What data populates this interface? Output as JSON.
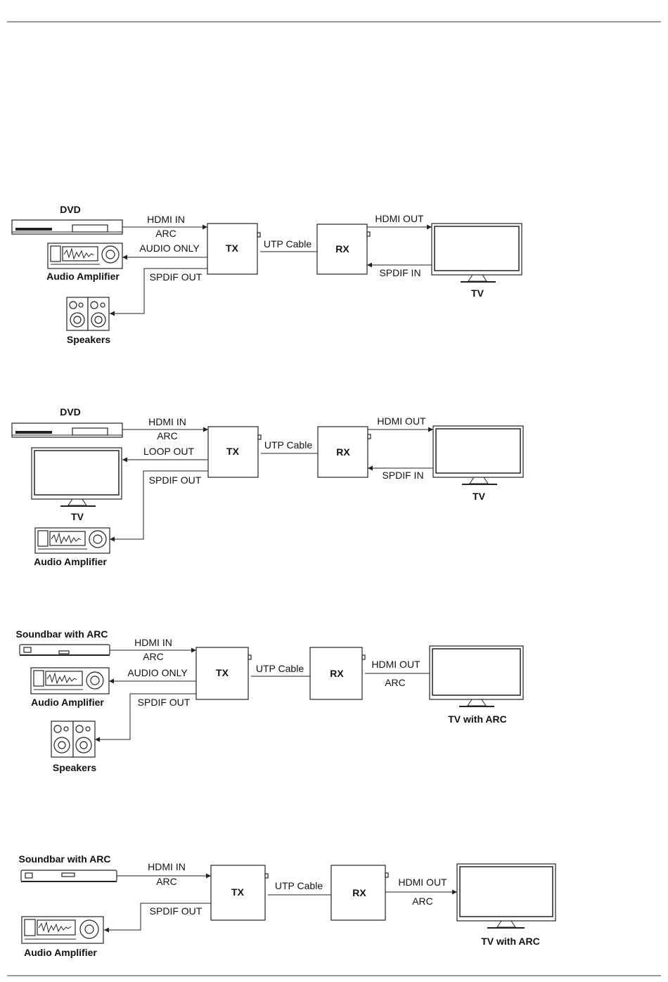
{
  "diagram1": {
    "dvd_label": "DVD",
    "amp_label": "Audio Amplifier",
    "speakers_label": "Speakers",
    "tx_label": "TX",
    "rx_label": "RX",
    "tv_label": "TV",
    "hdmi_in": "HDMI IN",
    "arc": "ARC",
    "audio_only": "AUDIO ONLY",
    "spdif_out": "SPDIF OUT",
    "utp_cable": "UTP Cable",
    "hdmi_out": "HDMI OUT",
    "spdif_in": "SPDIF IN"
  },
  "diagram2": {
    "dvd_label": "DVD",
    "tv_left_label": "TV",
    "amp_label": "Audio Amplifier",
    "tx_label": "TX",
    "rx_label": "RX",
    "tv_label": "TV",
    "hdmi_in": "HDMI IN",
    "arc": "ARC",
    "loop_out": "LOOP OUT",
    "spdif_out": "SPDIF OUT",
    "utp_cable": "UTP Cable",
    "hdmi_out": "HDMI OUT",
    "spdif_in": "SPDIF IN"
  },
  "diagram3": {
    "soundbar_label": "Soundbar with ARC",
    "amp_label": "Audio Amplifier",
    "speakers_label": "Speakers",
    "tx_label": "TX",
    "rx_label": "RX",
    "tv_label": "TV with ARC",
    "hdmi_in": "HDMI IN",
    "arc": "ARC",
    "audio_only": "AUDIO ONLY",
    "spdif_out": "SPDIF OUT",
    "utp_cable": "UTP Cable",
    "hdmi_out": "HDMI OUT",
    "arc_out": "ARC"
  },
  "diagram4": {
    "soundbar_label": "Soundbar with ARC",
    "amp_label": "Audio Amplifier",
    "tx_label": "TX",
    "rx_label": "RX",
    "tv_label": "TV with ARC",
    "hdmi_in": "HDMI IN",
    "arc": "ARC",
    "spdif_out": "SPDIF OUT",
    "utp_cable": "UTP Cable",
    "hdmi_out": "HDMI OUT",
    "arc_out": "ARC"
  }
}
